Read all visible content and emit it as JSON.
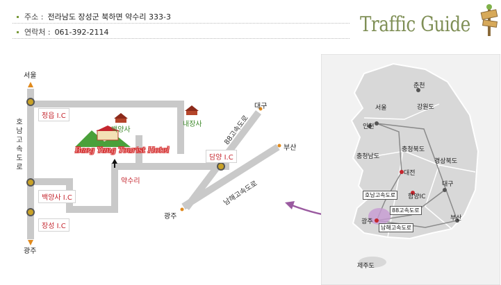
{
  "info": {
    "address_label": "주소 :",
    "address_value": "전라남도 장성군 북하면 약수리 333-3",
    "phone_label": "연락처 :",
    "phone_value": "061-392-2114"
  },
  "title": "Traffic Guide",
  "local_map": {
    "seoul": "서울",
    "gwangju_bottom": "광주",
    "expressway_vertical": "호남고속도로",
    "ic_jeongeup": "정읍 I.C",
    "ic_baegyangsa": "백양사 I.C",
    "ic_jangseong": "장성 I.C",
    "ic_damyang": "담양 I.C",
    "baegyangsa": "백양사",
    "naejangsa": "내장사",
    "hotel": "Baeg Yang Tourist Hotel",
    "yaksuri": "약수리",
    "daegu": "대구",
    "busan": "부산",
    "gwangju_right": "광주",
    "expressway_88": "88고속도로",
    "expressway_namhae": "남해고속도로"
  },
  "korea_map": {
    "chuncheon": "춘천",
    "seoul": "서울",
    "gangwon": "강원도",
    "incheon": "인천",
    "chungbuk": "충청북도",
    "chungnam": "충청남도",
    "daejeon": "대전",
    "gyeongbuk": "경상북도",
    "daegu": "대구",
    "honam_exp": "호남고속도로",
    "hamyang_ic": "함양IC",
    "exp_88": "88고속도로",
    "gwangju": "광주",
    "namhae_exp": "남해고속도로",
    "busan": "부산",
    "jeju": "제주도"
  },
  "colors": {
    "accent": "#7f8f56",
    "road": "#c9c9c9",
    "label_red": "#c4262e"
  }
}
